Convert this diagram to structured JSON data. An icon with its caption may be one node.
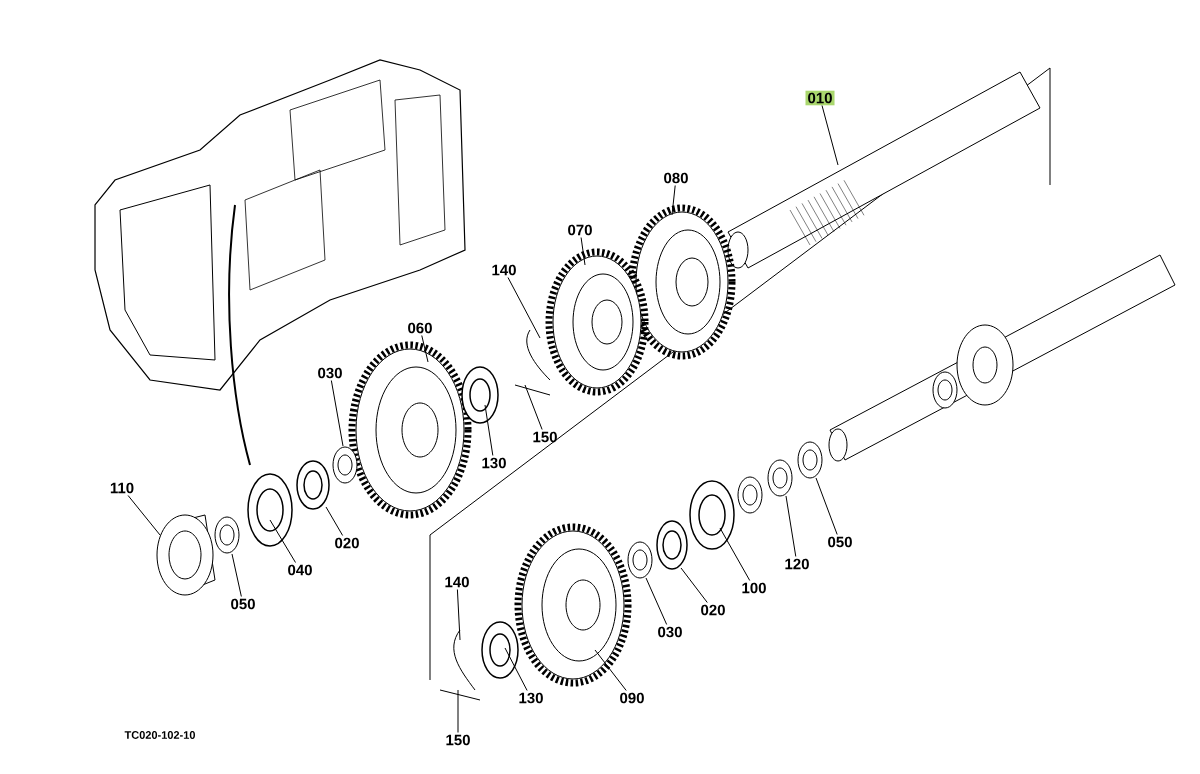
{
  "diagram": {
    "nodes": [
      {
        "text": [
          "010"
        ]
      },
      {
        "text": [
          "080"
        ]
      },
      {
        "text": [
          "070"
        ]
      },
      {
        "text": [
          "140"
        ]
      },
      {
        "text": [
          "060"
        ]
      },
      {
        "text": [
          "030"
        ]
      },
      {
        "text": [
          "150"
        ]
      },
      {
        "text": [
          "130"
        ]
      },
      {
        "text": [
          "110"
        ]
      },
      {
        "text": [
          "020"
        ]
      },
      {
        "text": [
          "040"
        ]
      },
      {
        "text": [
          "050"
        ]
      },
      {
        "text": [
          "050"
        ]
      },
      {
        "text": [
          "120"
        ]
      },
      {
        "text": [
          "100"
        ]
      },
      {
        "text": [
          "020"
        ]
      },
      {
        "text": [
          "030"
        ]
      },
      {
        "text": [
          "140"
        ]
      },
      {
        "text": [
          "130"
        ]
      },
      {
        "text": [
          "090"
        ]
      },
      {
        "text": [
          "150"
        ]
      }
    ],
    "edges": [
      {
        "from": 0,
        "to": null,
        "arrow": "none"
      },
      {
        "from": 1,
        "to": null,
        "arrow": "none"
      },
      {
        "from": 2,
        "to": null,
        "arrow": "none"
      },
      {
        "from": 3,
        "to": null,
        "arrow": "none"
      },
      {
        "from": 4,
        "to": null,
        "arrow": "none"
      },
      {
        "from": 5,
        "to": null,
        "arrow": "none"
      },
      {
        "from": 6,
        "to": null,
        "arrow": "none"
      },
      {
        "from": 7,
        "to": null,
        "arrow": "none"
      },
      {
        "from": 8,
        "to": null,
        "arrow": "none"
      },
      {
        "from": 9,
        "to": null,
        "arrow": "none"
      },
      {
        "from": 10,
        "to": null,
        "arrow": "none"
      },
      {
        "from": 11,
        "to": null,
        "arrow": "none"
      },
      {
        "from": 12,
        "to": null,
        "arrow": "none"
      },
      {
        "from": 13,
        "to": null,
        "arrow": "none"
      },
      {
        "from": 14,
        "to": null,
        "arrow": "none"
      },
      {
        "from": 15,
        "to": null,
        "arrow": "none"
      },
      {
        "from": 16,
        "to": null,
        "arrow": "none"
      },
      {
        "from": 17,
        "to": null,
        "arrow": "none"
      },
      {
        "from": 18,
        "to": null,
        "arrow": "none"
      },
      {
        "from": 19,
        "to": null,
        "arrow": "none"
      },
      {
        "from": 20,
        "to": null,
        "arrow": "none"
      }
    ],
    "labels": [
      "TC020-102-10"
    ]
  }
}
